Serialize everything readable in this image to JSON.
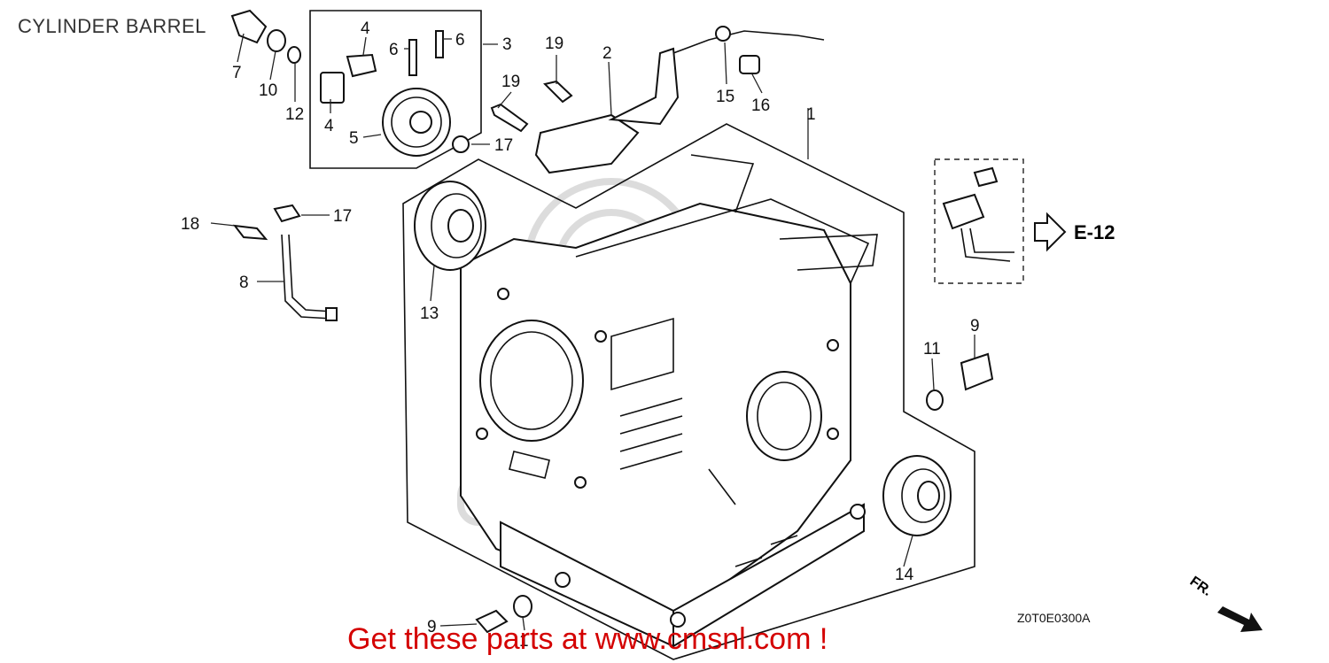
{
  "title": "CYLINDER BARREL",
  "ref_code": "Z0T0E0300A",
  "promo_text": "Get these parts at www.cmsnl.com !",
  "reference_arrow_label": "E-12",
  "front_indicator": "FR.",
  "callouts": [
    {
      "id": "c1",
      "label": "1"
    },
    {
      "id": "c2",
      "label": "2"
    },
    {
      "id": "c3",
      "label": "3"
    },
    {
      "id": "c4a",
      "label": "4"
    },
    {
      "id": "c4b",
      "label": "4"
    },
    {
      "id": "c5",
      "label": "5"
    },
    {
      "id": "c6a",
      "label": "6"
    },
    {
      "id": "c6b",
      "label": "6"
    },
    {
      "id": "c7",
      "label": "7"
    },
    {
      "id": "c8",
      "label": "8"
    },
    {
      "id": "c9a",
      "label": "9"
    },
    {
      "id": "c9b",
      "label": "9"
    },
    {
      "id": "c10",
      "label": "10"
    },
    {
      "id": "c11a",
      "label": "11"
    },
    {
      "id": "c11b",
      "label": "1"
    },
    {
      "id": "c12",
      "label": "12"
    },
    {
      "id": "c13",
      "label": "13"
    },
    {
      "id": "c14",
      "label": "14"
    },
    {
      "id": "c15",
      "label": "15"
    },
    {
      "id": "c16",
      "label": "16"
    },
    {
      "id": "c17a",
      "label": "17"
    },
    {
      "id": "c17b",
      "label": "17"
    },
    {
      "id": "c18",
      "label": "18"
    },
    {
      "id": "c19a",
      "label": "19"
    },
    {
      "id": "c19b",
      "label": "19"
    }
  ]
}
